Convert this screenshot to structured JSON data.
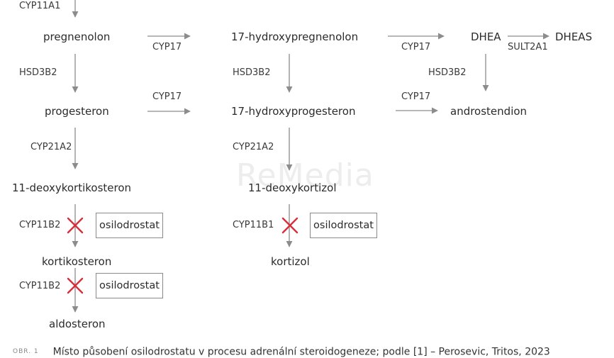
{
  "watermark": "ReMedia",
  "nodes": {
    "pregnenolon": "pregnenolon",
    "hydroxypregnenolon": "17-hydroxypregnenolon",
    "dhea": "DHEA",
    "dheas": "DHEAS",
    "progesteron": "progesteron",
    "hydroxyprogesteron": "17-hydroxyprogesteron",
    "androstendion": "androstendion",
    "deoxykortikosteron": "11-deoxykortikosteron",
    "deoxykortizol": "11-deoxykortizol",
    "kortikosteron": "kortikosteron",
    "kortizol": "kortizol",
    "aldosteron": "aldosteron"
  },
  "enzymes": {
    "cyp11a1": "CYP11A1",
    "cyp17_a": "CYP17",
    "cyp17_b": "CYP17",
    "cyp17_c": "CYP17",
    "cyp17_d": "CYP17",
    "sult2a1": "SULT2A1",
    "hsd3b2_a": "HSD3B2",
    "hsd3b2_b": "HSD3B2",
    "hsd3b2_c": "HSD3B2",
    "cyp21a2_a": "CYP21A2",
    "cyp21a2_b": "CYP21A2",
    "cyp11b2_a": "CYP11B2",
    "cyp11b1": "CYP11B1",
    "cyp11b2_b": "CYP11B2"
  },
  "inhibitor": {
    "box1": "osilodrostat",
    "box2": "osilodrostat",
    "box3": "osilodrostat"
  },
  "colors": {
    "arrow": "#8c8c8c",
    "inhibition_cross": "#d62f3b"
  },
  "caption": {
    "tag": "OBR. 1",
    "text": "Místo působení osilodrostatu v procesu adrenální steroidogeneze; podle [1] – Perosevic, Tritos, 2023"
  }
}
